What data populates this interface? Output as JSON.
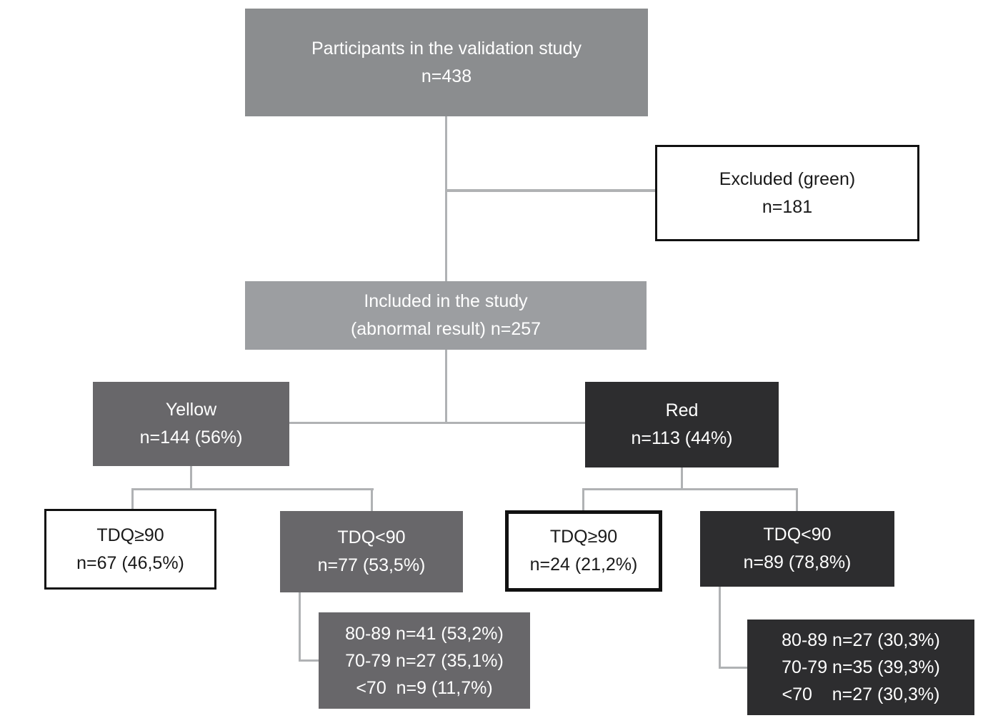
{
  "nodes": {
    "participants": {
      "line1": "Participants in the validation study",
      "line2": "n=438"
    },
    "excluded": {
      "line1": "Excluded (green)",
      "line2": "n=181"
    },
    "included": {
      "line1": "Included in the study",
      "line2": "(abnormal result) n=257"
    },
    "yellow": {
      "line1": "Yellow",
      "line2": "n=144 (56%)"
    },
    "red": {
      "line1": "Red",
      "line2": "n=113 (44%)"
    },
    "yellow_tdq_ge": {
      "line1": "TDQ≥90",
      "line2": "n=67 (46,5%)"
    },
    "yellow_tdq_lt": {
      "line1": "TDQ<90",
      "line2": "n=77 (53,5%)"
    },
    "red_tdq_ge": {
      "line1": "TDQ≥90",
      "line2": "n=24 (21,2%)"
    },
    "red_tdq_lt": {
      "line1": "TDQ<90",
      "line2": "n=89 (78,8%)"
    },
    "yellow_breakdown": {
      "lines": [
        "80-89 n=41 (53,2%)",
        "70-79 n=27 (35,1%)",
        "<70  n=9 (11,7%)"
      ]
    },
    "red_breakdown": {
      "lines": [
        "80-89 n=27 (30,3%)",
        "70-79 n=35 (39,3%)",
        "<70    n=27 (30,3%)"
      ]
    }
  },
  "colors": {
    "box_gray": "#8b8d8f",
    "box_light_gray": "#9c9ea1",
    "box_mid_gray": "#68676a",
    "box_dark": "#2d2d2f",
    "box_white": "#ffffff",
    "border_black": "#111111",
    "connector_gray": "#b0b2b4",
    "text_on_fill": "#ffffff",
    "text_on_white": "#1a1a1a"
  }
}
